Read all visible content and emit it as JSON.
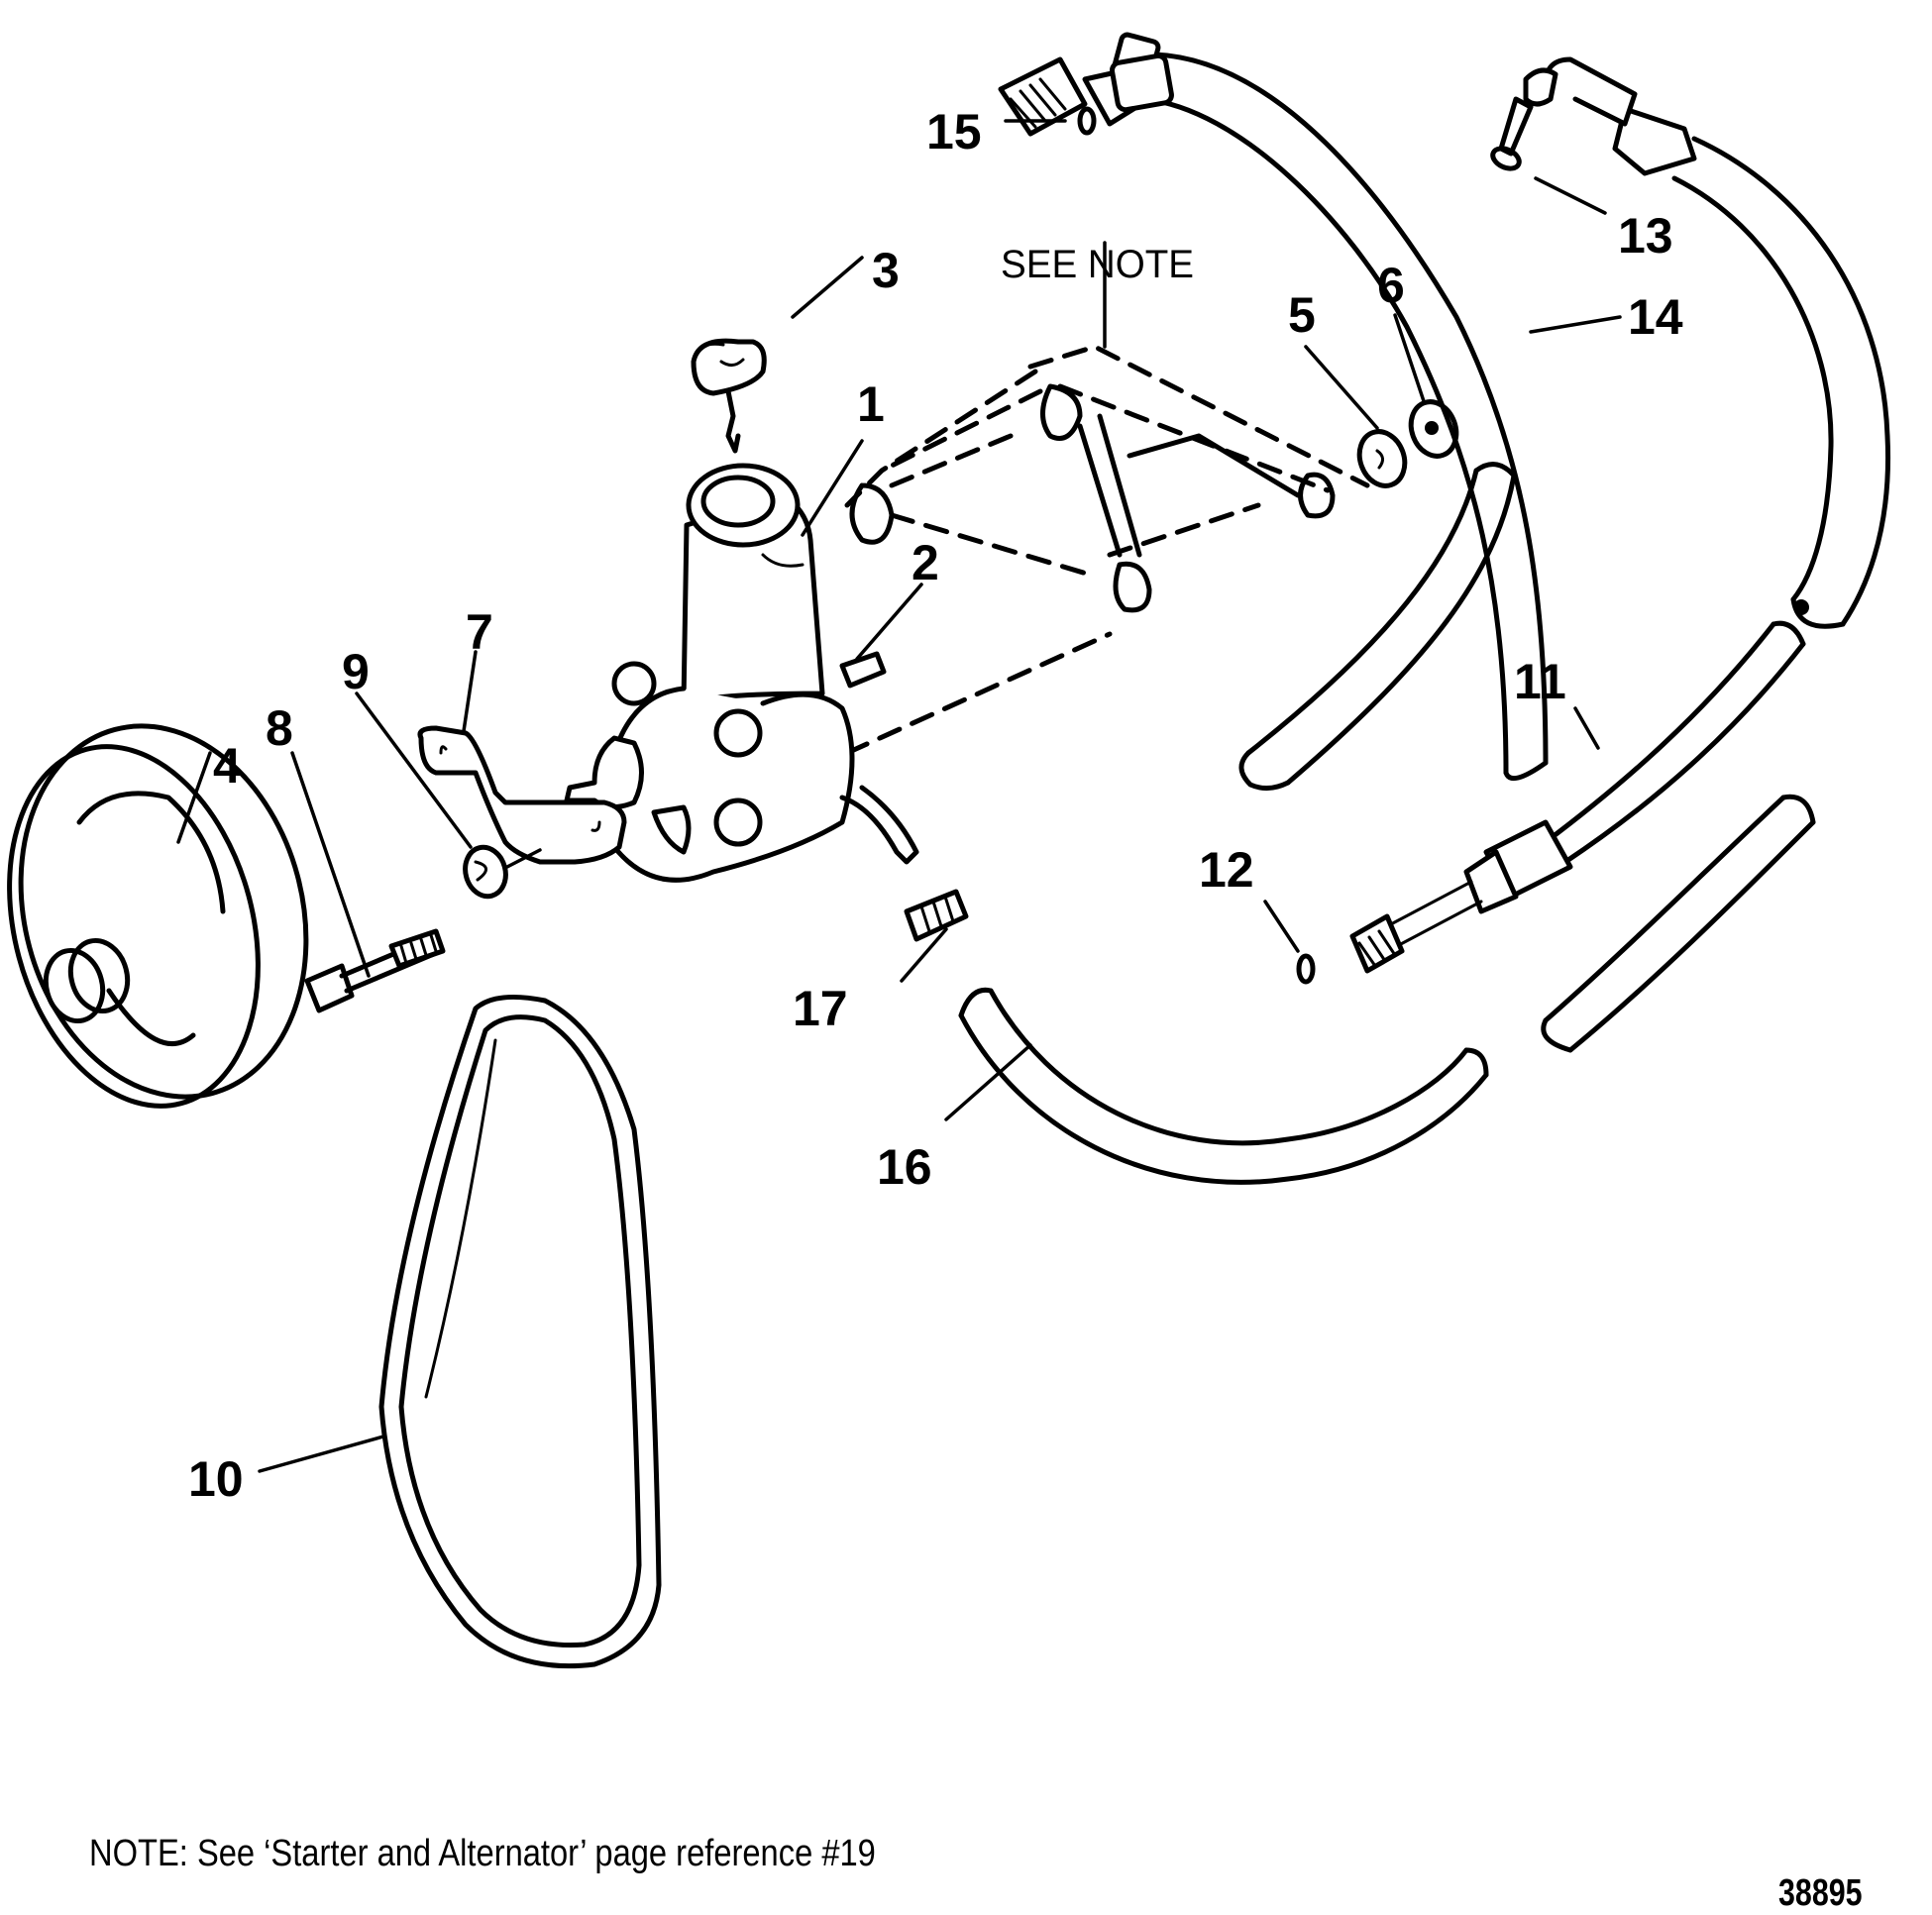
{
  "diagram": {
    "type": "exploded-parts-diagram",
    "subject": "Power steering pump assembly",
    "see_note_label": "SEE NOTE",
    "note": "NOTE: See ‘Starter and Alternator’ page reference #19",
    "figure_id": "38895",
    "callouts": [
      {
        "id": "1",
        "part": "power-steering-pump"
      },
      {
        "id": "2",
        "part": "stud"
      },
      {
        "id": "3",
        "part": "reservoir-cap-dipstick"
      },
      {
        "id": "4",
        "part": "pulley"
      },
      {
        "id": "5",
        "part": "washer"
      },
      {
        "id": "6",
        "part": "nut"
      },
      {
        "id": "7",
        "part": "brace"
      },
      {
        "id": "8",
        "part": "bolt"
      },
      {
        "id": "9",
        "part": "lockwasher"
      },
      {
        "id": "10",
        "part": "drive-belt"
      },
      {
        "id": "11",
        "part": "hose-with-fitting"
      },
      {
        "id": "12",
        "part": "o-ring"
      },
      {
        "id": "13",
        "part": "o-ring"
      },
      {
        "id": "14",
        "part": "hose-with-fitting"
      },
      {
        "id": "15",
        "part": "o-ring"
      },
      {
        "id": "16",
        "part": "return-hose"
      },
      {
        "id": "17",
        "part": "fitting"
      }
    ]
  }
}
